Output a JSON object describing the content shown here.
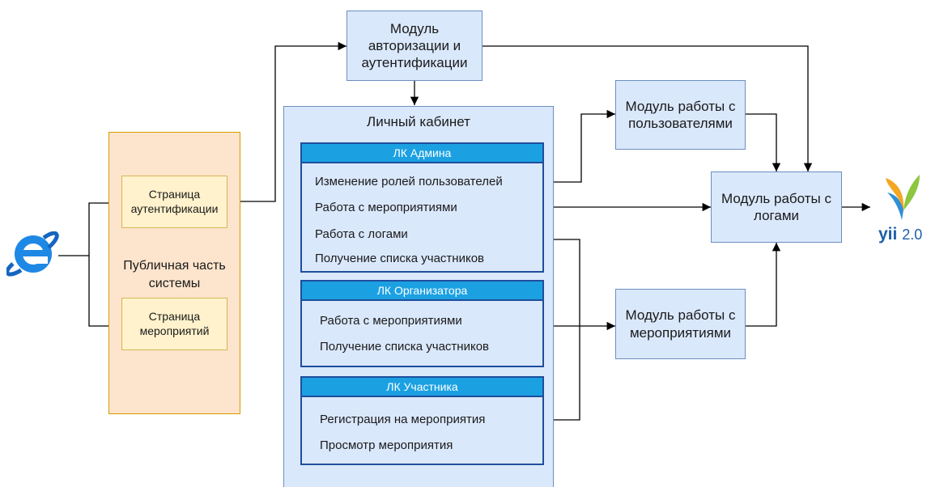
{
  "modules": {
    "auth": "Модуль\nавторизации и\nаутентификации",
    "users": "Модуль работы с\nпользователями",
    "logs": "Модуль работы с\nлогами",
    "events": "Модуль работы с\nмероприятиями"
  },
  "public_part": {
    "label": "Публичная часть\nсистемы",
    "auth_page": "Страница\nаутентификации",
    "events_page": "Страница\nмероприятий"
  },
  "cabinet": {
    "title": "Личный кабинет",
    "admin": {
      "title": "ЛК Админа",
      "items": [
        "Изменение ролей пользователей",
        "Работа с мероприятиями",
        "Работа с логами",
        "Получение списка участников"
      ]
    },
    "organizer": {
      "title": "ЛК Организатора",
      "items": [
        "Работа с мероприятиями",
        "Получение списка участников"
      ]
    },
    "participant": {
      "title": "ЛК Участника",
      "items": [
        "Регистрация на мероприятия",
        "Просмотр мероприятия"
      ]
    }
  },
  "framework": {
    "name": "yii",
    "version": "2.0"
  },
  "browser_icon": "internet-explorer-icon",
  "colors": {
    "module_fill": "#dae8fc",
    "module_stroke": "#6c8ebf",
    "public_fill": "#fde4cc",
    "page_fill": "#fff2cc",
    "lk_header": "#1ba1e2",
    "lk_border": "#1f4e9c"
  }
}
